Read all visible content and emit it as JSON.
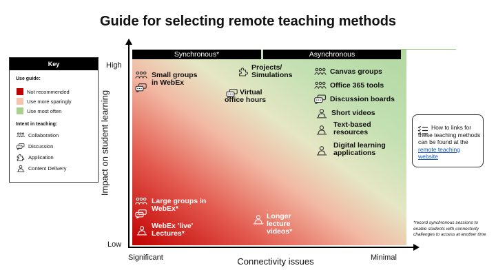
{
  "title": "Guide for selecting remote teaching methods",
  "key": {
    "title": "Key",
    "guide_heading": "Use guide:",
    "guide_items": [
      {
        "label": "Not recommended",
        "color": "#c00000"
      },
      {
        "label": "Use more sparingly",
        "color": "#f4c4ae"
      },
      {
        "label": "Use most often",
        "color": "#a9d18e"
      }
    ],
    "intent_heading": "Intent in teaching:",
    "intent_items": [
      {
        "label": "Collaboration",
        "icon": "collaboration-icon"
      },
      {
        "label": "Discussion",
        "icon": "discussion-icon"
      },
      {
        "label": "Application",
        "icon": "application-icon"
      },
      {
        "label": "Content Delivery",
        "icon": "content-delivery-icon"
      }
    ]
  },
  "axes": {
    "y_title": "Impact on student learning",
    "y_high": "High",
    "y_low": "Low",
    "x_title": "Connectivity issues",
    "x_left": "Significant",
    "x_right": "Minimal"
  },
  "bands": {
    "synchronous": "Synchronous*",
    "asynchronous": "Asynchronous"
  },
  "items": {
    "small_groups": "Small groups in WebEx",
    "projects": "Projects/ Simulations",
    "virtual_office": "Virtual office hours",
    "canvas_groups": "Canvas groups",
    "office365": "Office 365 tools",
    "discussion_boards": "Discussion boards",
    "short_videos": "Short videos",
    "text_resources": "Text-based resources",
    "digital_apps": "Digital learning applications",
    "large_groups": "Large groups in WebEx*",
    "webex_live": "WebEx 'live' Lectures*",
    "longer_videos": "Longer lecture videos*"
  },
  "info": {
    "text": "How to links for these teaching methods can be found at the",
    "link": "remote teaching website"
  },
  "note": "*record synchronous sessions to enable students with connectivity challenges to access at another time",
  "colors": {
    "not_recommended": "#c00000",
    "sparingly": "#f4c4ae",
    "most_often": "#a9d18e",
    "link": "#1155cc"
  }
}
